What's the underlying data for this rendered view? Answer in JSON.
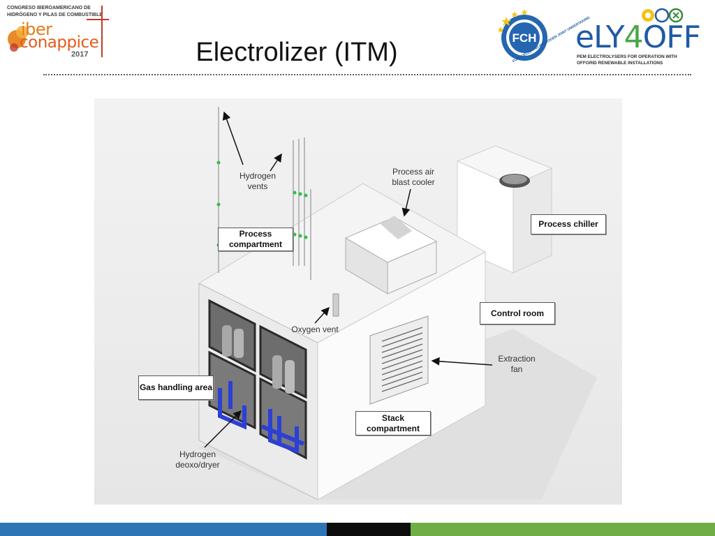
{
  "header": {
    "logo_left": {
      "line1": "CONGRESO IBEROAMERICANO DE",
      "line2": "HIDRÓGENO Y PILAS DE COMBUSTIBLE",
      "word1": "iber",
      "word2": "conappice",
      "year": "2017"
    },
    "title": "Electrolizer (ITM)",
    "logo_fch": {
      "text": "FCH",
      "caption": "FUEL CELLS AND HYDROGEN JOINT UNDERTAKING"
    },
    "logo_ely": {
      "brand_a": "eLY",
      "brand_b": "4",
      "brand_c": "OFF",
      "sub1": "PEM ELECTROLYSERS FOR OPERATION WITH",
      "sub2": "OFFGRID RENEWABLE INSTALLATIONS"
    }
  },
  "diagram": {
    "labels": {
      "hydrogen_vents": "Hydrogen\nvents",
      "process_air_blast_cooler": "Process air\nblast cooler",
      "process_chiller": "Process chiller",
      "process_compartment": "Process\ncompartment",
      "control_room": "Control room",
      "oxygen_vent": "Oxygen vent",
      "extraction_fan": "Extraction\nfan",
      "gas_handling_area": "Gas handling\narea",
      "stack_compartment": "Stack\ncompartment",
      "hydrogen_deoxo_dryer": "Hydrogen\ndeoxo/dryer"
    }
  },
  "colors": {
    "footer_blue": "#2e75b6",
    "footer_black": "#0d0d0d",
    "footer_green": "#70ad47",
    "pipe_blue": "#2c3fd6",
    "vent_green": "#2fbf4a"
  }
}
